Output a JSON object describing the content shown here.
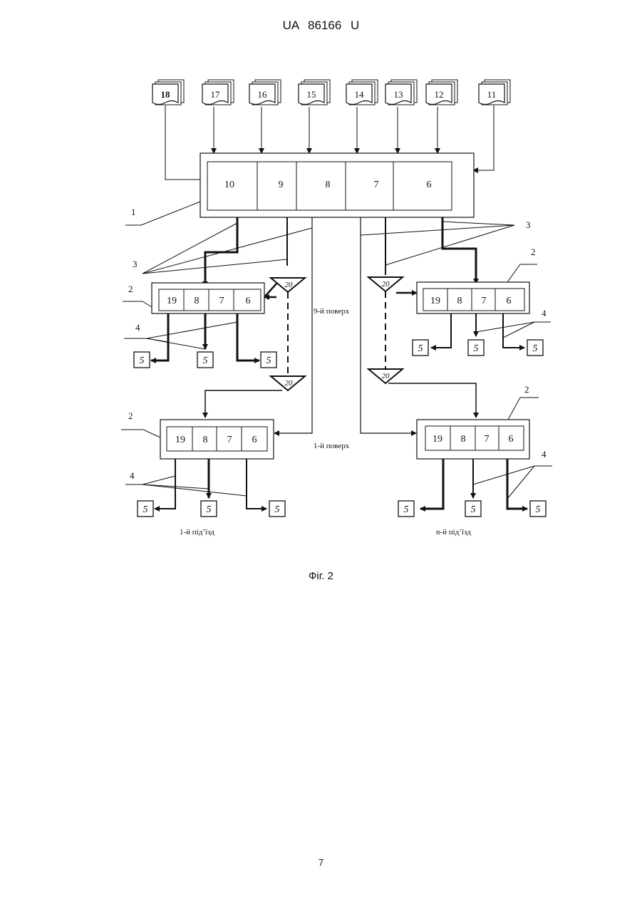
{
  "header": {
    "patent": "UA 86166 U"
  },
  "figure": {
    "caption": "Фіг. 2",
    "main_unit": {
      "ref": "1",
      "cells": [
        "10",
        "9",
        "8",
        "7",
        "6"
      ]
    },
    "sources": [
      "18",
      "17",
      "16",
      "15",
      "14",
      "13",
      "12",
      "11"
    ],
    "floor_unit_cells": [
      "19",
      "8",
      "7",
      "6"
    ],
    "floor_unit_ref": "2",
    "bus_ref": "3",
    "wire_ref": "4",
    "device_label": "5",
    "repeater_label": "20",
    "floor_top": "9-й поверх",
    "floor_bottom": "1-й поверх",
    "entrance_first": "1-й під’їзд",
    "entrance_n": "n-й під’їзд"
  },
  "page": {
    "number": "7"
  }
}
